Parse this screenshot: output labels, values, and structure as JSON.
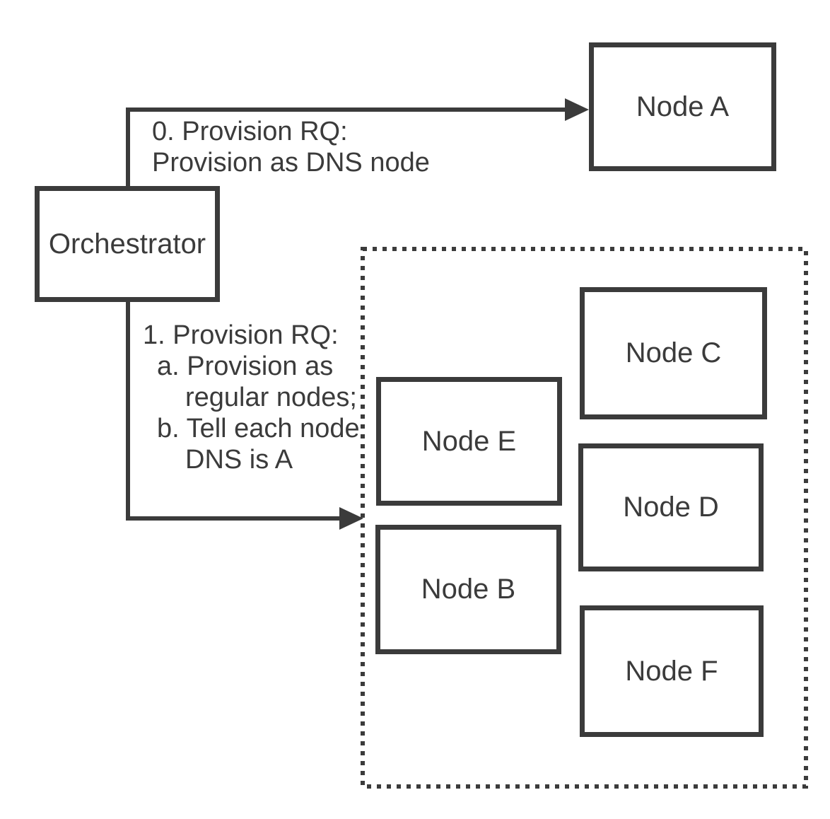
{
  "colors": {
    "stroke": "#3b3b3b",
    "background": "#ffffff"
  },
  "orchestrator": {
    "label": "Orchestrator"
  },
  "dns_node": {
    "label": "Node A"
  },
  "cluster": {
    "nodes": [
      {
        "id": "node-c",
        "label": "Node C"
      },
      {
        "id": "node-e",
        "label": "Node E"
      },
      {
        "id": "node-d",
        "label": "Node D"
      },
      {
        "id": "node-b",
        "label": "Node B"
      },
      {
        "id": "node-f",
        "label": "Node F"
      }
    ]
  },
  "annotations": {
    "provision_dns": {
      "lines": [
        "0. Provision RQ:",
        "Provision as DNS node"
      ]
    },
    "provision_regular": {
      "lines": [
        "1. Provision RQ:",
        "a. Provision as",
        "regular nodes;",
        "b. Tell each node",
        "DNS is A"
      ]
    }
  }
}
